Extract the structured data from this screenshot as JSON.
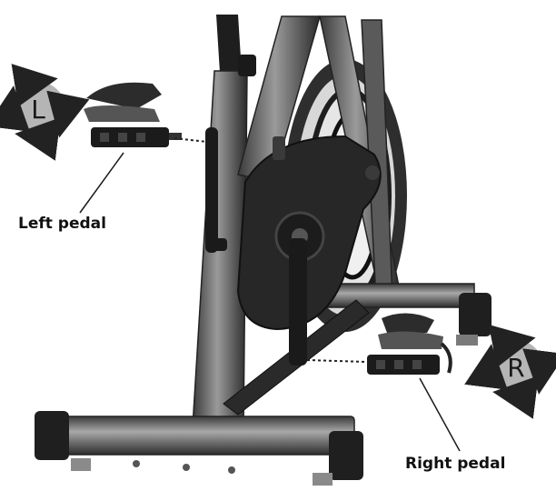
{
  "labels": {
    "left_pedal": "Left pedal",
    "right_pedal": "Right pedal"
  },
  "badges": {
    "left": {
      "letter": "L",
      "meaning": "rotate left pedal"
    },
    "right": {
      "letter": "R",
      "meaning": "rotate right pedal"
    }
  },
  "colors": {
    "frame_dark": "#2b2b2b",
    "frame_mid": "#6a6a6a",
    "badge_fill": "#b5b5b5",
    "arrow": "#222222",
    "line": "#1a1a1a"
  }
}
